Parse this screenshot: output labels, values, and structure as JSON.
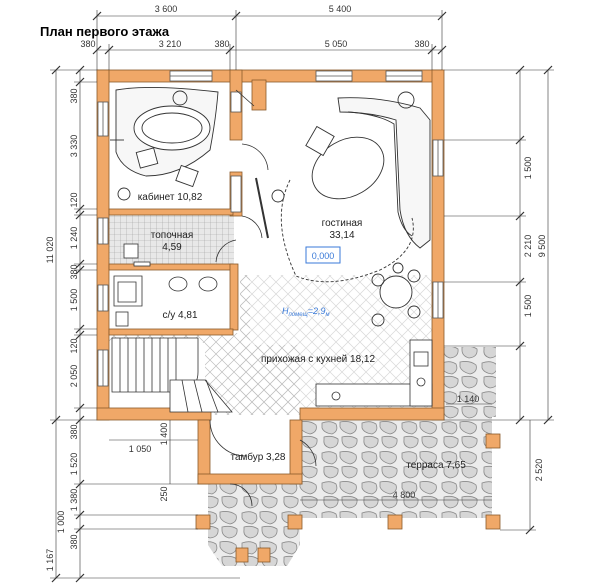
{
  "title": "План первого этажа",
  "dims_top_outer": [
    "3 600",
    "5 400"
  ],
  "dims_top_inner": [
    "380",
    "3 210",
    "380",
    "5 050",
    "380"
  ],
  "dims_left": [
    "380",
    "3 330",
    "120",
    "1 240",
    "380",
    "1 500",
    "120",
    "2 050",
    "380",
    "1 520",
    "1 380",
    "1 000",
    "380",
    "1 167"
  ],
  "dims_left_outer": "11 020",
  "dims_right": [
    "1 500",
    "2 210",
    "1 500"
  ],
  "dims_right_outer": "9 500",
  "dims_right_lower": "2 520",
  "dims_inner": [
    "1 050",
    "1 400",
    "250",
    "1 140",
    "4 800"
  ],
  "rooms": {
    "cabinet": "кабинет 10,82",
    "boiler_1": "топочная",
    "boiler_2": "4,59",
    "bathroom": "с/у 4,81",
    "living_1": "гостиная",
    "living_2": "33,14",
    "hall": "прихожая с кухней 18,12",
    "vestibule": "тамбур 3,28",
    "terrace": "терраса 7,65"
  },
  "level_mark": "0,000",
  "ceiling_height": "H",
  "ceiling_sub": "помещ",
  "ceiling_value": "=2,9",
  "ceiling_unit": "м",
  "colors": {
    "wall": "#f0a868",
    "wall_stroke": "#8a5a2a",
    "level_box": "#3a7ad8",
    "tile": "#c9c9c9",
    "stone": "#9a9a9a"
  }
}
